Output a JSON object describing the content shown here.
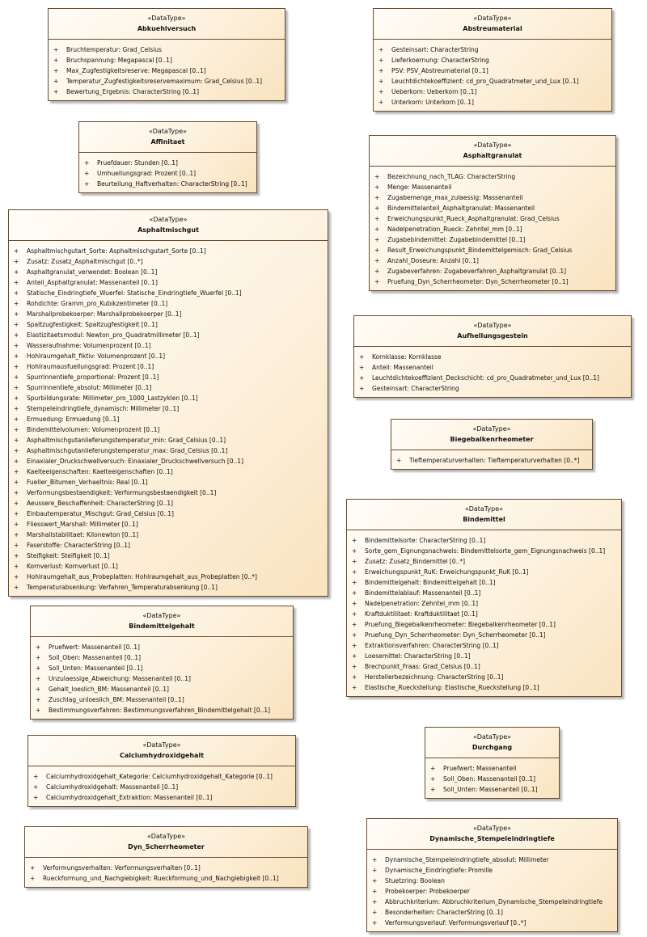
{
  "stereotype": "«DataType»",
  "classes": [
    {
      "id": "Abkuehlversuch",
      "name": "Abkuehlversuch",
      "attrs": [
        "Bruchtemperatur: Grad_Celsius",
        "Bruchspannung: Megapascal [0..1]",
        "Max_Zugfestigkeitsreserve: Megapascal [0..1]",
        "Temperatur_Zugfestigkeitsreservemaximum: Grad_Celsius [0..1]",
        "Bewertung_Ergebnis: CharacterString [0..1]"
      ]
    },
    {
      "id": "Abstreumaterial",
      "name": "Abstreumaterial",
      "attrs": [
        "Gesteinsart: CharacterString",
        "Lieferkoernung: CharacterString",
        "PSV: PSV_Abstreumaterial [0..1]",
        "Leuchtdichtekoeffizient: cd_pro_Quadratmeter_und_Lux [0..1]",
        "Ueberkorn: Ueberkorn [0..1]",
        "Unterkorn: Unterkorn [0..1]"
      ]
    },
    {
      "id": "Affinitaet",
      "name": "Affinitaet",
      "attrs": [
        "Pruefdauer: Stunden [0..1]",
        "Umhuellungsgrad: Prozent [0..1]",
        "Beurteilung_Haftverhalten: CharacterString [0..1]"
      ]
    },
    {
      "id": "Asphaltgranulat",
      "name": "Asphaltgranulat",
      "attrs": [
        "Bezeichnung_nach_TLAG: CharacterString",
        "Menge: Massenanteil",
        "Zugabemenge_max_zulaessig: Massenanteil",
        "Bindemittelanteil_Asphaltgranulat: Massenanteil",
        "Erweichungspunkt_Rueck_Asphaltgranulat: Grad_Celsius",
        "Nadelpenetration_Rueck: Zehntel_mm [0..1]",
        "Zugabebindemittel: Zugabebindemittel [0..1]",
        "Result_Erweichungspunkt_Bindemittelgemisch: Grad_Celsius",
        "Anzahl_Doseure: Anzahl [0..1]",
        "Zugabeverfahren: Zugabeverfahren_Asphaltgranulat [0..1]",
        "Pruefung_Dyn_Scherrheometer: Dyn_Scherrheometer [0..1]"
      ]
    },
    {
      "id": "Asphaltmischgut",
      "name": "Asphaltmischgut",
      "attrs": [
        "Asphaltmischgutart_Sorte: Asphaltmischgutart_Sorte [0..1]",
        "Zusatz: Zusatz_Asphaltmischgut [0..*]",
        "Asphaltgranulat_verwendet: Boolean [0..1]",
        "Anteil_Asphaltgranulat: Massenanteil [0..1]",
        "Statische_Eindringtiefe_Wuerfel: Statische_Eindringtiefe_Wuerfel [0..1]",
        "Rohdichte: Gramm_pro_Kubikzentimeter [0..1]",
        "Marshallprobekoerper: Marshallprobekoerper [0..1]",
        "Spaltzugfestigkeit: Spaltzugfestigkeit [0..1]",
        "Elastizitaetsmodul: Newton_pro_Quadratmillimeter [0..1]",
        "Wasseraufnahme: Volumenprozent [0..1]",
        "Hohlraumgehalt_fiktiv: Volumenprozent [0..1]",
        "Hohlraumausfuellungsgrad: Prozent [0..1]",
        "Spurrinnentiefe_proportional: Prozent [0..1]",
        "Spurrinnentiefe_absolut: Millimeter [0..1]",
        "Spurbildungsrate: Millimeter_pro_1000_Lastzyklen [0..1]",
        "Stempeleindringtiefe_dynamisch: Millimeter [0..1]",
        "Ermuedung: Ermuedung [0..1]",
        "Bindemittelvolumen: Volumenprozent [0..1]",
        "Asphaltmischgutanlieferungstemperatur_min: Grad_Celsius [0..1]",
        "Asphaltmischgutanlieferungstemperatur_max: Grad_Celsius [0..1]",
        "Einaxialer_Druckschwellversuch: Einaxialer_Druckschwellversuch [0..1]",
        "Kaelteeigenschaften: Kaelteeigenschaften [0..1]",
        "Fueller_Bitumen_Verhaeltnis: Real [0..1]",
        "Verformungsbestaendigkeit: Verformungsbestaendigkeit [0..1]",
        "Aeussere_Beschaffenheit: CharacterString [0..1]",
        "Einbautemperatur_Mischgut: Grad_Celsius [0..1]",
        "Fliesswert_Marshall: Millimeter [0..1]",
        "Marshallstabilitaet: Kilonewton [0..1]",
        "Faserstoffe: CharacterString [0..1]",
        "Steifigkeit: Steifigkeit [0..1]",
        "Kornverlust: Kornverlust [0..1]",
        "Hohlraumgehalt_aus_Probeplatten: Hohlraumgehalt_aus_Probeplatten [0..*]",
        "Temperaturabsenkung: Verfahren_Temperaturabsenkung [0..1]"
      ]
    },
    {
      "id": "Aufhellungsgestein",
      "name": "Aufhellungsgestein",
      "attrs": [
        "Kornklasse: Kornklasse",
        "Anteil: Massenanteil",
        "Leuchtdichtekoeffizient_Deckschicht: cd_pro_Quadratmeter_und_Lux [0..1]",
        "Gesteinsart: CharacterString"
      ]
    },
    {
      "id": "Biegebalkenrheometer",
      "name": "Biegebalkenrheometer",
      "attrs": [
        "Tieftemperaturverhalten: Tieftemperaturverhalten [0..*]"
      ]
    },
    {
      "id": "Bindemittel",
      "name": "Bindemittel",
      "attrs": [
        "Bindemittelsorte: CharacterString [0..1]",
        "Sorte_gem_Eignungsnachweis: Bindemittelsorte_gem_Eignungsnachweis [0..1]",
        "Zusatz: Zusatz_Bindemittel [0..*]",
        "Erweichungspunkt_RuK: Erweichungspunkt_RuK [0..1]",
        "Bindemittelgehalt: Bindemittelgehalt [0..1]",
        "Bindemittelablauf: Massenanteil [0..1]",
        "Nadelpenetration: Zehntel_mm [0..1]",
        "Kraftduktilitaet: Kraftduktilitaet [0..1]",
        "Pruefung_Biegebalkenrheometer: Biegebalkenrheometer [0..1]",
        "Pruefung_Dyn_Scherrheometer: Dyn_Scherrheometer [0..1]",
        "Extraktionsverfahren: CharacterString [0..1]",
        "Loesemittel: CharacterString [0..1]",
        "Brechpunkt_Fraas: Grad_Celsius [0..1]",
        "Herstellerbezeichnung: CharacterString [0..1]",
        "Elastische_Rueckstellung: Elastische_Rueckstellung [0..1]"
      ]
    },
    {
      "id": "Bindemittelgehalt",
      "name": "Bindemittelgehalt",
      "attrs": [
        "Pruefwert: Massenanteil [0..1]",
        "Soll_Oben: Massenanteil [0..1]",
        "Soll_Unten: Massenanteil [0..1]",
        "Unzulaessige_Abweichung: Massenanteil [0..1]",
        "Gehalt_loeslich_BM: Massenanteil [0..1]",
        "Zuschlag_unloeslich_BM: Massenanteil [0..1]",
        "Bestimmungsverfahren: Bestimmungsverfahren_Bindemittelgehalt [0..1]"
      ]
    },
    {
      "id": "Calciumhydroxidgehalt",
      "name": "Calciumhydroxidgehalt",
      "attrs": [
        "Calciumhydroxidgehalt_Kategorie: Calciumhydroxidgehalt_Kategorie [0..1]",
        "Calciumhydroxidgehalt: Massenanteil [0..1]",
        "Calciumhydroxidgehalt_Extraktion: Massenanteil [0..1]"
      ]
    },
    {
      "id": "Durchgang",
      "name": "Durchgang",
      "attrs": [
        "Pruefwert: Massenanteil",
        "Soll_Oben: Massenanteil [0..1]",
        "Soll_Unten: Massenanteil [0..1]"
      ]
    },
    {
      "id": "Dyn_Scherrheometer",
      "name": "Dyn_Scherrheometer",
      "attrs": [
        "Verformungsverhalten: Verformungsverhalten [0..1]",
        "Rueckformung_und_Nachgiebigkeit: Rueckformung_und_Nachgiebigkeit [0..1]"
      ]
    },
    {
      "id": "Dynamische_Stempeleindringtiefe",
      "name": "Dynamische_Stempeleindringtiefe",
      "attrs": [
        "Dynamische_Stempeleindringtiefe_absolut: Millimeter",
        "Dynamische_Eindringtiefe: Promille",
        "Stuetzring: Boolean",
        "Probekoerper: Probekoerper",
        "Abbruchkriterium: Abbruchkriterium_Dynamische_Stempeleindringtiefe",
        "Besonderheiten: CharacterString [0..1]",
        "Verformungsverlauf: Verformungsverlauf [0..*]"
      ]
    }
  ]
}
